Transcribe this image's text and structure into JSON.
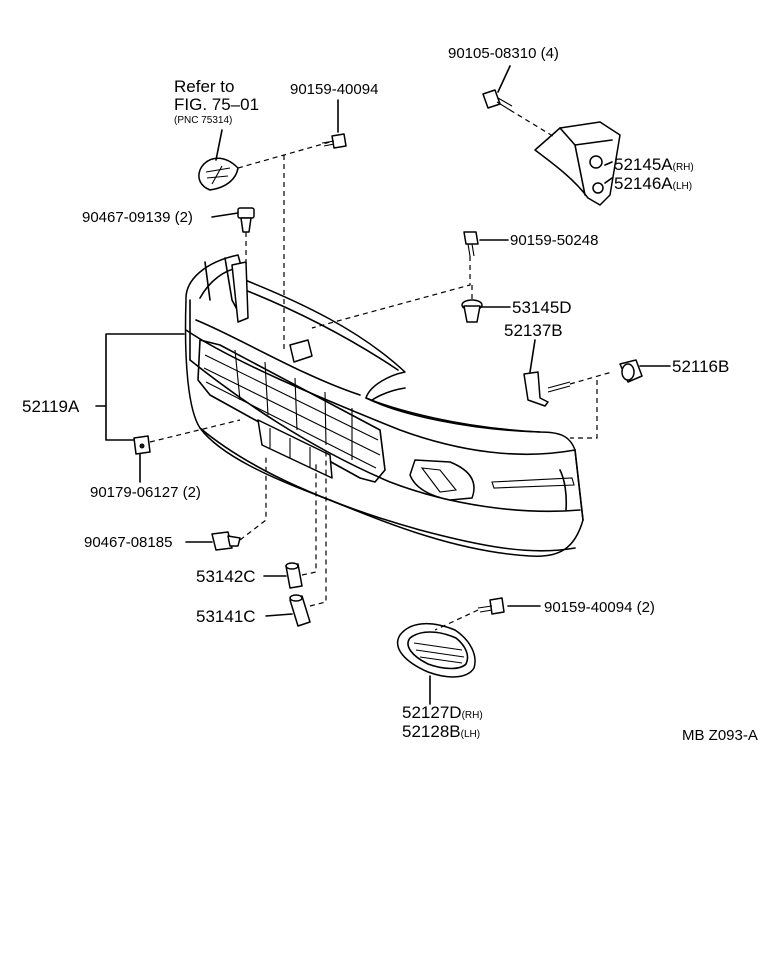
{
  "diagram": {
    "refer": {
      "line1": "Refer to",
      "line2": "FIG. 75–01",
      "line3": "(PNC 75314)"
    },
    "labels": {
      "p90105": "90105-08310 (4)",
      "p90159_top": "90159-40094",
      "p52145": "52145A",
      "p52145_side": "(RH)",
      "p52146": "52146A",
      "p52146_side": "(LH)",
      "p90467_09139": "90467-09139 (2)",
      "p90159_50248": "90159-50248",
      "p53145": "53145D",
      "p52137": "52137B",
      "p52116": "52116B",
      "p52119": "52119A",
      "p90179": "90179-06127 (2)",
      "p90467_08185": "90467-08185",
      "p53142": "53142C",
      "p53141": "53141C",
      "p90159_bottom": "90159-40094 (2)",
      "p52127": "52127D",
      "p52127_side": "(RH)",
      "p52128": "52128B",
      "p52128_side": "(LH)"
    },
    "code": "MB Z093-A"
  }
}
